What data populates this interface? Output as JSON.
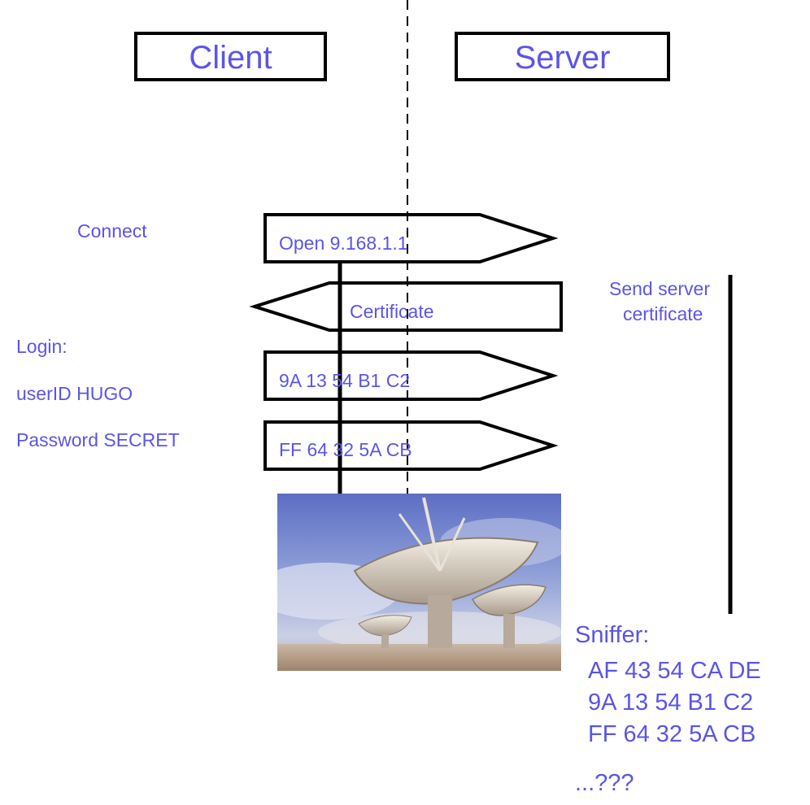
{
  "header": {
    "client_label": "Client",
    "server_label": "Server"
  },
  "client_notes": {
    "connect": "Connect",
    "login": "Login:",
    "userid": "userID HUGO",
    "password": "Password SECRET"
  },
  "messages": [
    {
      "label": "Open 9.168.1.1",
      "direction": "to-server"
    },
    {
      "label": "Certificate",
      "direction": "to-client"
    },
    {
      "label": "9A 13 54 B1 C2",
      "direction": "to-server"
    },
    {
      "label": "FF 64 32 5A CB",
      "direction": "to-server"
    }
  ],
  "server_notes": {
    "send_line1": "Send server",
    "send_line2": "certificate"
  },
  "sniffer": {
    "title": "Sniffer:",
    "lines": [
      "AF 43 54 CA DE",
      "9A 13 54 B1 C2",
      "FF 64 32 5A CB"
    ],
    "trailer": "...???"
  },
  "colors": {
    "text": "#5b55e6",
    "stroke": "#000000"
  },
  "image": {
    "icon": "radio-telescope-dish-picture"
  }
}
